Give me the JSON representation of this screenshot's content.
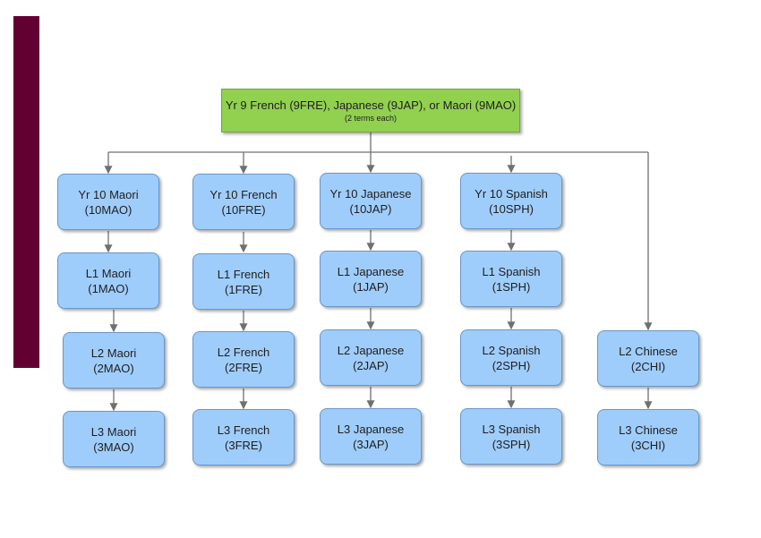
{
  "root": {
    "title": "Yr 9 French (9FRE), Japanese (9JAP), or Maori (9MAO)",
    "subtitle": "(2 terms each)"
  },
  "columns": [
    {
      "name": "maori",
      "nodes": [
        {
          "line1": "Yr 10 Maori",
          "line2": "(10MAO)"
        },
        {
          "line1": "L1 Maori",
          "line2": "(1MAO)"
        },
        {
          "line1": "L2 Maori",
          "line2": "(2MAO)"
        },
        {
          "line1": "L3 Maori",
          "line2": "(3MAO)"
        }
      ]
    },
    {
      "name": "french",
      "nodes": [
        {
          "line1": "Yr 10 French",
          "line2": "(10FRE)"
        },
        {
          "line1": "L1 French",
          "line2": "(1FRE)"
        },
        {
          "line1": "L2 French",
          "line2": "(2FRE)"
        },
        {
          "line1": "L3 French",
          "line2": "(3FRE)"
        }
      ]
    },
    {
      "name": "japanese",
      "nodes": [
        {
          "line1": "Yr 10 Japanese",
          "line2": "(10JAP)"
        },
        {
          "line1": "L1 Japanese",
          "line2": "(1JAP)"
        },
        {
          "line1": "L2 Japanese",
          "line2": "(2JAP)"
        },
        {
          "line1": "L3 Japanese",
          "line2": "(3JAP)"
        }
      ]
    },
    {
      "name": "spanish",
      "nodes": [
        {
          "line1": "Yr 10 Spanish",
          "line2": "(10SPH)"
        },
        {
          "line1": "L1 Spanish",
          "line2": "(1SPH)"
        },
        {
          "line1": "L2 Spanish",
          "line2": "(2SPH)"
        },
        {
          "line1": "L3 Spanish",
          "line2": "(3SPH)"
        }
      ]
    },
    {
      "name": "chinese",
      "nodes": [
        {
          "line1": "L2 Chinese",
          "line2": "(2CHI)"
        },
        {
          "line1": "L3 Chinese",
          "line2": "(3CHI)"
        }
      ]
    }
  ],
  "colors": {
    "accent_bar": "#620032",
    "root_fill": "#92d050",
    "node_fill": "#9fcdfb",
    "connector": "#707070"
  }
}
